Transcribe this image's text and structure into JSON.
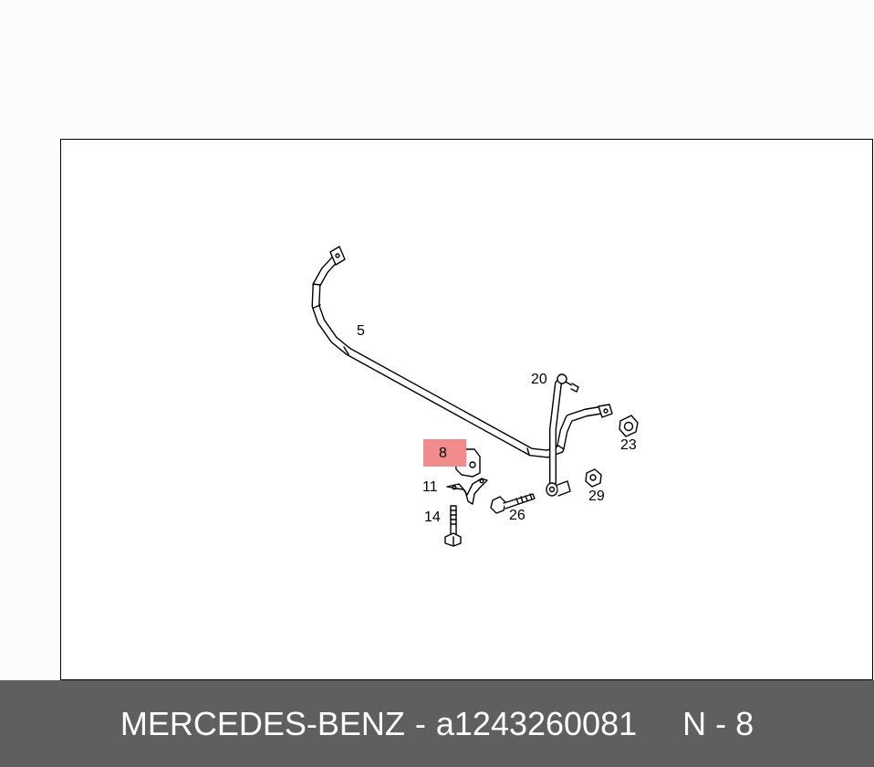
{
  "colors": {
    "highlight": "#f28b8b",
    "footer_bg": "#5f5f5f",
    "line": "#000000"
  },
  "diagram": {
    "part_labels": {
      "p5": "5",
      "p20": "20",
      "p23": "23",
      "p8": "8",
      "p11": "11",
      "p29": "29",
      "p26": "26",
      "p14": "14"
    },
    "highlighted_part": "8"
  },
  "footer": {
    "brand": "MERCEDES-BENZ",
    "separator": "-",
    "part_number": "a1243260081",
    "position_ref": "N - 8"
  }
}
